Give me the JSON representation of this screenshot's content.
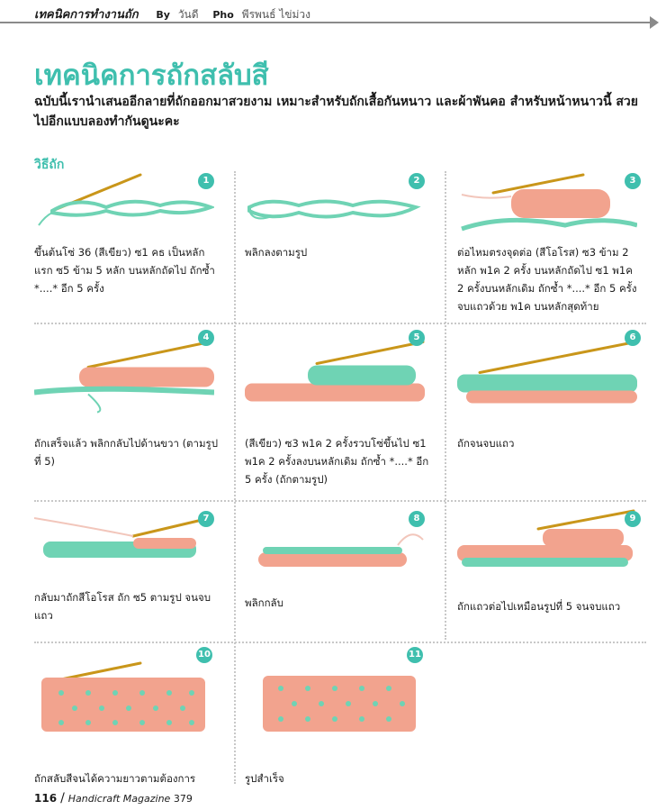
{
  "header": {
    "section_title": "เทคนิคการทำงานถัก",
    "by_label": "By",
    "author": "วันดี",
    "photo_label": "Pho",
    "photographer": "พีรพนธ์ ไข่ม่วง"
  },
  "title": "เทคนิคการถักสลับสี",
  "intro": "ฉบับนี้เรานำเสนออีกลายที่ถักออกมาสวยงาม เหมาะสำหรับถักเสื้อกันหนาว และผ้าพันคอ สำหรับหน้าหนาวนี้ สวยไปอีกแบบลองทำกันดูนะคะ",
  "section_label": "วิธีถัก",
  "colors": {
    "accent": "#3fbfae",
    "mint_yarn": "#6fd3b4",
    "salmon_yarn": "#f2a38e",
    "hook_gold": "#c9961a"
  },
  "steps": [
    {
      "number": "1",
      "caption": "ขึ้นต้นโซ่ 36 (สีเขียว) ซ1 คธ เป็นหลักแรก ซ5 ข้าม 5 หลัก บนหลักถัดไป ถักซ้ำ *....* อีก 5 ครั้ง"
    },
    {
      "number": "2",
      "caption": "พลิกลงตามรูป"
    },
    {
      "number": "3",
      "caption": "ต่อไหมตรงจุดต่อ (สีโอโรส) ซ3 ข้าม 2 หลัก พ1ค 2 ครั้ง บนหลักถัดไป ซ1 พ1ค 2 ครั้งบนหลักเดิม ถักซ้ำ *....* อีก 5 ครั้ง จบแถวด้วย พ1ค บนหลักสุดท้าย"
    },
    {
      "number": "4",
      "caption": "ถักเสร็จแล้ว พลิกกลับไปด้านขวา (ตามรูปที่ 5)"
    },
    {
      "number": "5",
      "caption": "(สีเขียว) ซ3 พ1ค 2 ครั้งรวบโซ่ขึ้นไป ซ1 พ1ค 2 ครั้งลงบนหลักเดิม ถักซ้ำ *....* อีก 5 ครั้ง (ถักตามรูป)"
    },
    {
      "number": "6",
      "caption": "ถักจนจบแถว"
    },
    {
      "number": "7",
      "caption": "กลับมาถักสีโอโรส ถัก ซ5 ตามรูป จนจบแถว"
    },
    {
      "number": "8",
      "caption": "พลิกกลับ"
    },
    {
      "number": "9",
      "caption": "ถักแถวต่อไปเหมือนรูปที่ 5 จนจบแถว"
    },
    {
      "number": "10",
      "caption": "ถักสลับสีจนได้ความยาวตามต้องการ"
    },
    {
      "number": "11",
      "caption": "รูปสำเร็จ"
    }
  ],
  "footer": {
    "page_number": "116",
    "magazine": "Handicraft Magazine",
    "issue": "379"
  }
}
